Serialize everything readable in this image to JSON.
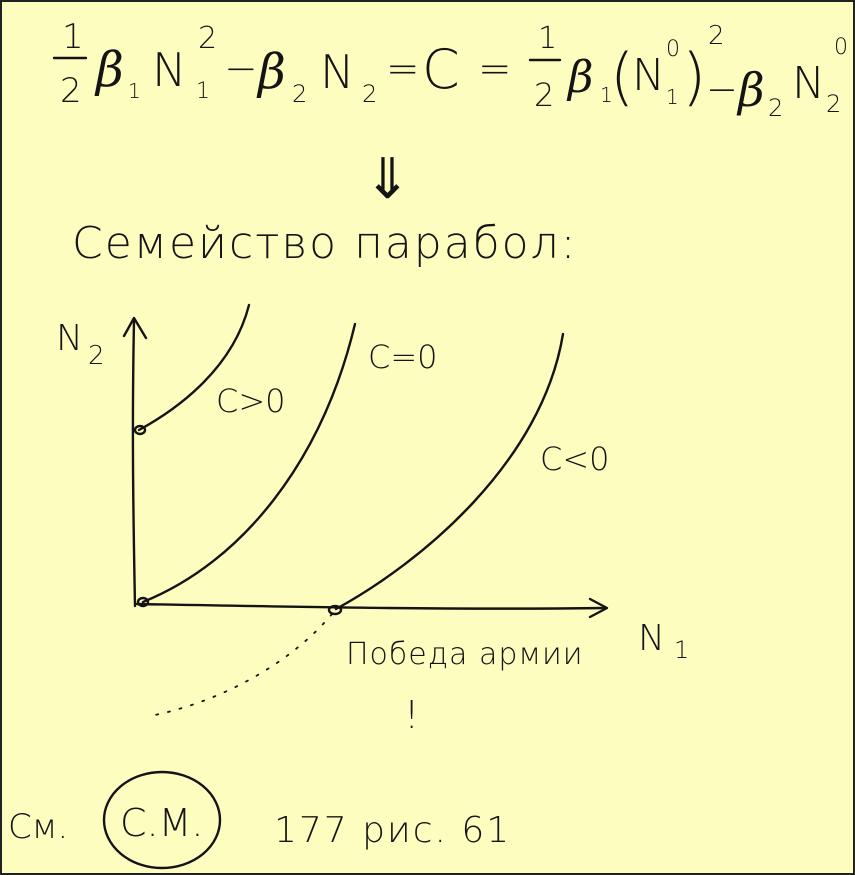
{
  "formula": {
    "f1": "1",
    "f2": "2",
    "beta1": "β",
    "sub1": "1",
    "n1": "N",
    "sub_n1": "1",
    "sup_sq": "2",
    "minus": "−",
    "beta2": "β",
    "sub2": "2",
    "n2": "N",
    "sub_n2": "2",
    "eq": "=",
    "const": "C",
    "eq2": "=",
    "f3": "1",
    "f4": "2",
    "beta1b": "β",
    "sub1b": "1",
    "lparen": "(",
    "n1b": "N",
    "sup0a": "0",
    "sub_n1b": "1",
    "rparen": ")",
    "sup_sq2": "2",
    "minus2": "−",
    "beta2b": "β",
    "sub2b": "2",
    "n2b": "N",
    "sub_n2b": "2",
    "sup0b": "0"
  },
  "implies_symbol": "⇓",
  "heading": "Семейство парабол:",
  "plot": {
    "y_axis_label": "N",
    "y_axis_sub": "2",
    "x_axis_label": "N",
    "x_axis_sub": "1",
    "curve_labels": [
      "C>0",
      "C=0",
      "C<0"
    ],
    "annotation": "Победа армии",
    "exclamation": "!"
  },
  "footer": {
    "see": "См.",
    "circled": "С.М.",
    "reference": "177 рис. 61"
  },
  "chart_data": {
    "type": "line",
    "title": "Семейство парабол:",
    "xlabel": "N1",
    "ylabel": "N2",
    "series": [
      {
        "name": "C>0"
      },
      {
        "name": "C=0"
      },
      {
        "name": "C<0"
      }
    ]
  }
}
